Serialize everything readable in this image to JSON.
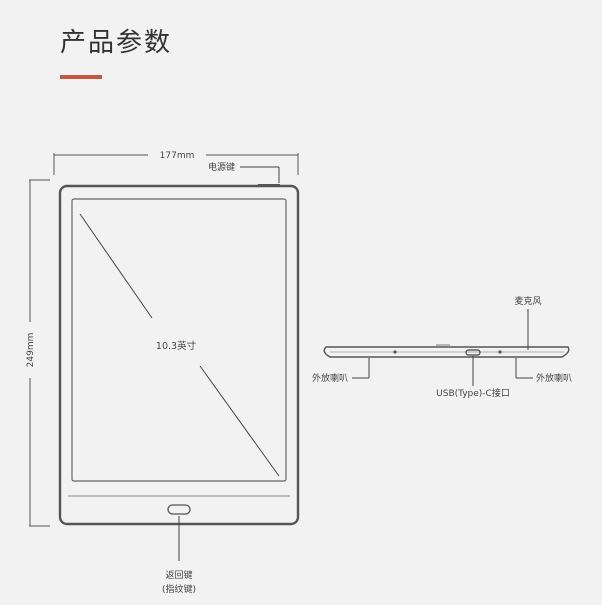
{
  "header": {
    "title": "产品参数",
    "accent_color": "#c8553d"
  },
  "device_front": {
    "width_label": "177mm",
    "height_label": "249mm",
    "screen_label": "10.3英寸",
    "power_key_label": "电源键",
    "back_key_label": "返回键",
    "back_key_sublabel": "(指纹键)"
  },
  "device_bottom": {
    "microphone_label": "麦克风",
    "speaker_left_label": "外放喇叭",
    "speaker_right_label": "外放喇叭",
    "usb_label": "USB(Type)-C接口"
  },
  "colors": {
    "background": "#f2f2f2",
    "line": "#444444",
    "device_outline": "#555555",
    "accent": "#c8553d"
  }
}
